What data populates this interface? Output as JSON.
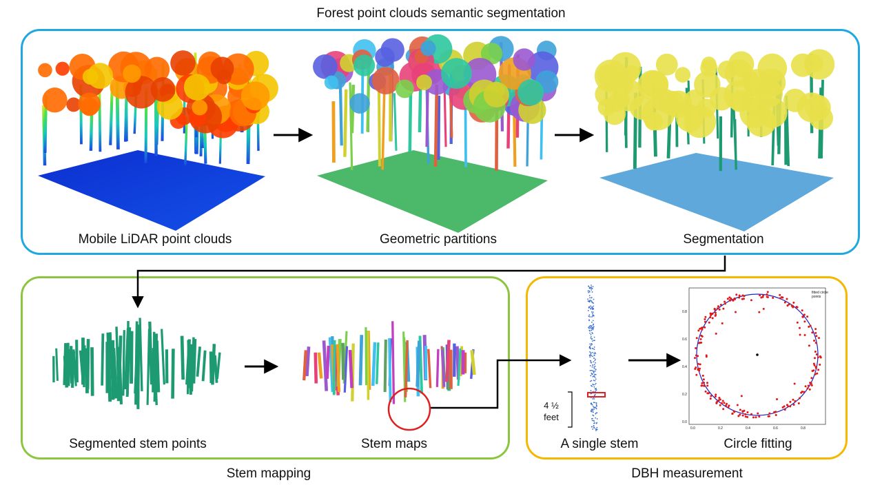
{
  "title": "Forest point clouds semantic segmentation",
  "top_panel": {
    "captions": [
      "Mobile LiDAR point clouds",
      "Geometric partitions",
      "Segmentation"
    ]
  },
  "stem_panel": {
    "captions": [
      "Segmented stem points",
      "Stem maps"
    ],
    "label": "Stem mapping"
  },
  "dbh_panel": {
    "captions": [
      "A single stem",
      "Circle fitting"
    ],
    "height_label": [
      "4 ½",
      "feet"
    ],
    "label": "DBH measurement",
    "plot": {
      "legend": [
        "fitted circle",
        "points"
      ],
      "x_ticks": [
        "0.0",
        "0.2",
        "0.4",
        "0.6",
        "0.8"
      ],
      "y_ticks": [
        "0.0",
        "0.2",
        "0.4",
        "0.6",
        "0.8"
      ]
    }
  },
  "colors": {
    "blue_frame": "#1ea7e1",
    "green_frame": "#8cc63f",
    "yellow_frame": "#f5b800",
    "highlight": "#e02020",
    "seg_ground": "#5fa8dc",
    "seg_canopy": "#e8e04a",
    "seg_stem": "#1e9a72"
  }
}
